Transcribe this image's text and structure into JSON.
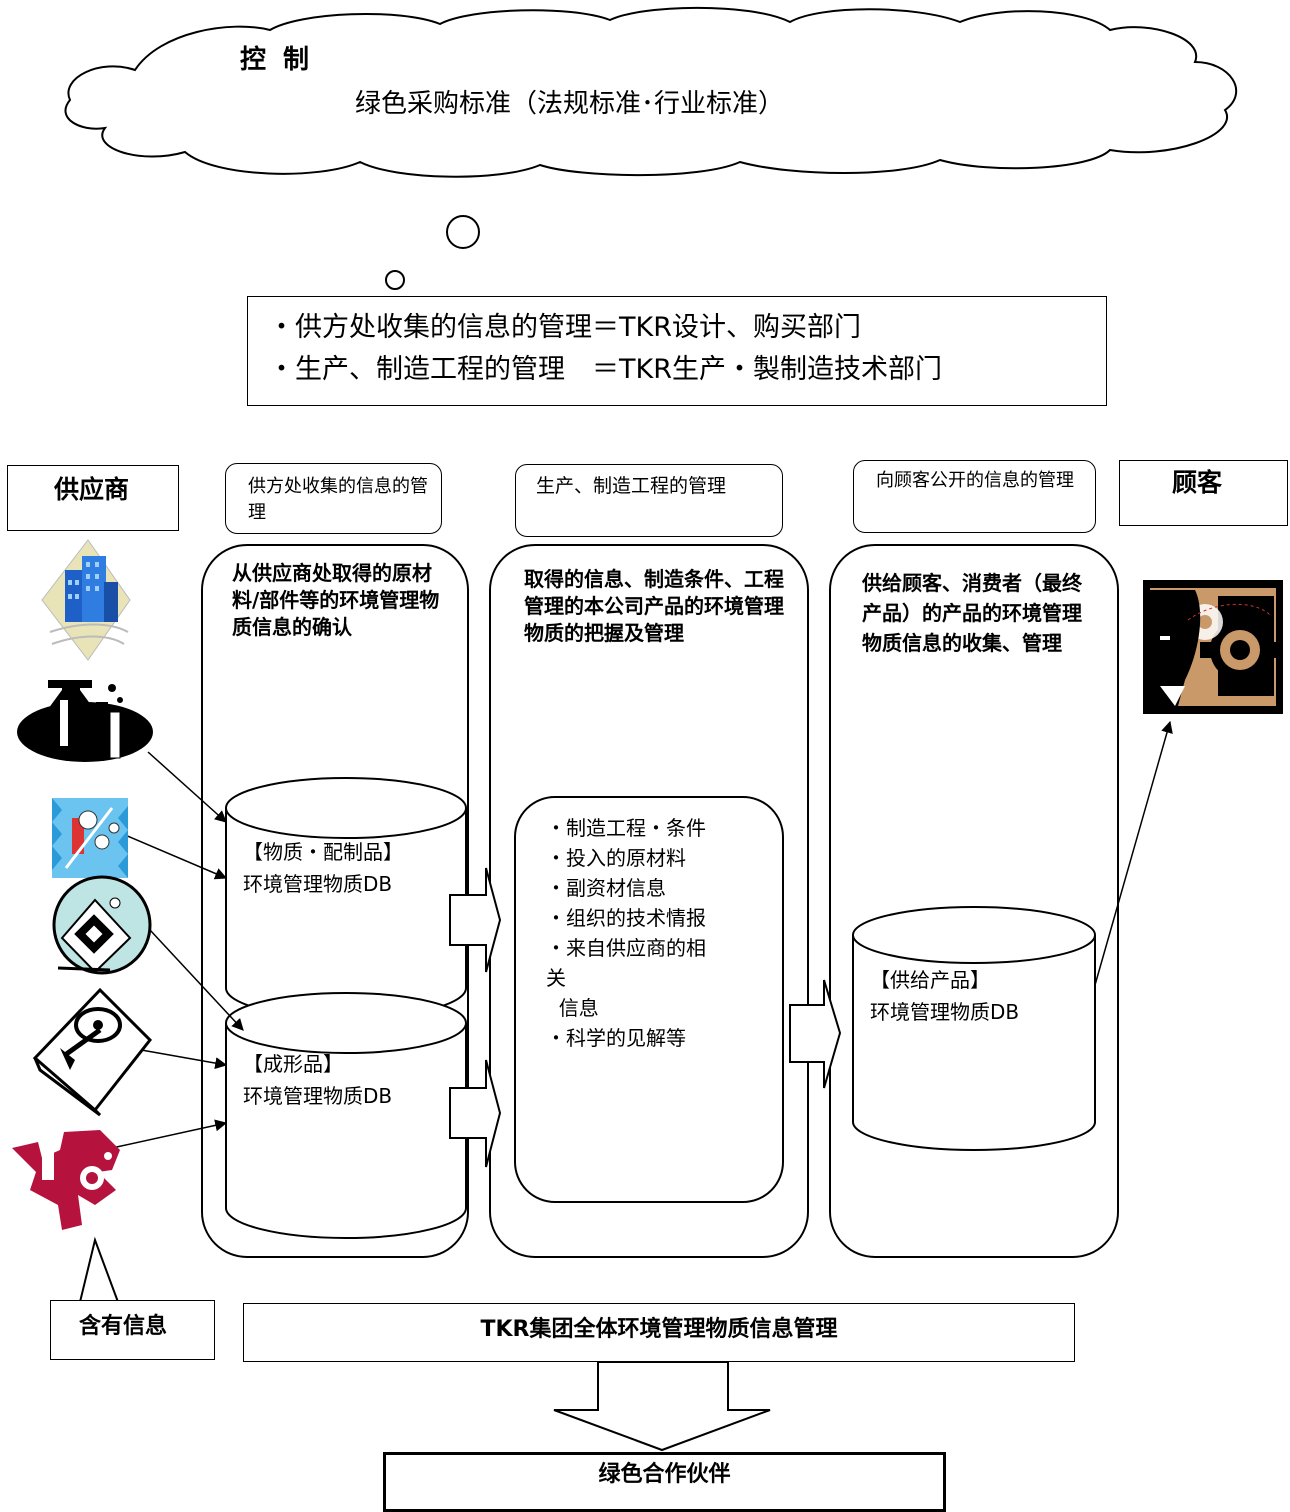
{
  "cloud": {
    "title": "控 制",
    "subtitle": "绿色采购标准（法规标准･行业标准）"
  },
  "responsibility_box": {
    "line1": "・供方处收集的信息的管理＝TKR设计、购买部门",
    "line2": "・生产、制造工程的管理　＝TKR生产・製制造技术部门"
  },
  "supplier_label": "供应商",
  "customer_label": "顾客",
  "columns": [
    {
      "header": "供方处收集的信息的管理",
      "body": "从供应商处取得的原材料/部件等的环境管理物质信息的确认"
    },
    {
      "header": "生产、制造工程的管理",
      "body": "取得的信息、制造条件、工程管理的本公司产品的环境管理物质的把握及管理"
    },
    {
      "header": "向顾客公开的信息的管理",
      "body": "供给顾客、消费者（最终产品）的产品的环境管理物质信息的收集、管理"
    }
  ],
  "databases": {
    "substance_db": "【物质・配制品】\n环境管理物质DB",
    "molded_db": "【成形品】\n环境管理物质DB",
    "supply_db": "【供给产品】\n环境管理物质DB"
  },
  "process_items": [
    "・制造工程・条件",
    "・投入的原材料",
    "・副资材信息",
    "・组织的技术情报",
    "・来自供应商的相\n关\n  信息",
    "・科学的见解等"
  ],
  "contains_info_label": "含有信息",
  "group_management_label": "TKR集团全体环境管理物质信息管理",
  "green_partner_label": "绿色合作伙伴",
  "icons": {
    "supplier_icons": [
      "building-icon",
      "lab-flask-icon",
      "chemistry-icon",
      "circuit-chip-icon",
      "hard-disk-icon",
      "company-logo-icon"
    ],
    "customer_icon": "businessman-gears-icon"
  }
}
